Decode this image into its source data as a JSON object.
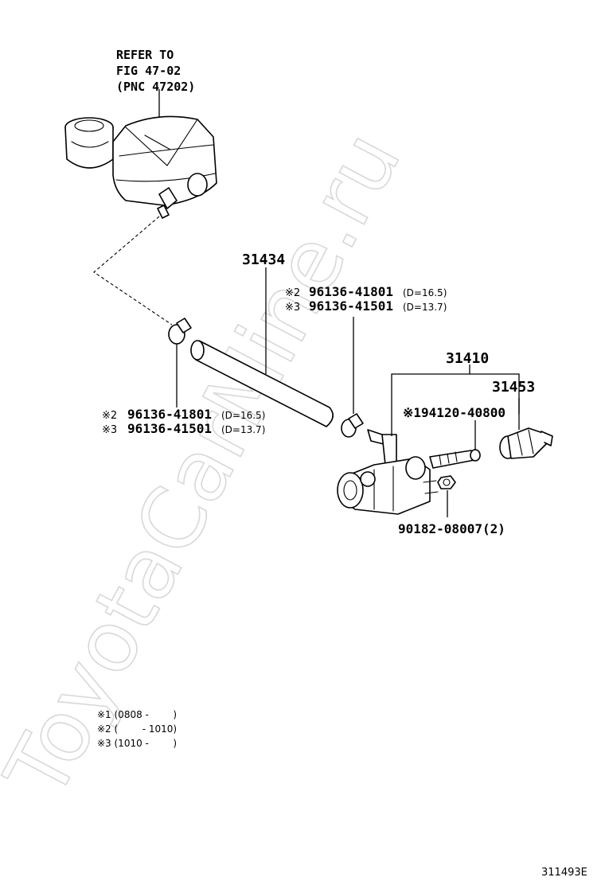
{
  "watermark": "ToyotaCarMine.ru",
  "reference": {
    "line1": "REFER TO",
    "line2": "FIG 47-02",
    "line3": "(PNC 47202)"
  },
  "labels": {
    "hose": "31434",
    "cylinder_assy": "31410",
    "boot": "31453",
    "bolt": "※194120-40800",
    "nut": "90182-08007(2)"
  },
  "clamp_upper": {
    "row1_mark": "※2",
    "row1_pn": "96136-41801",
    "row1_spec": "(D=16.5)",
    "row2_mark": "※3",
    "row2_pn": "96136-41501",
    "row2_spec": "(D=13.7)"
  },
  "clamp_lower": {
    "row1_mark": "※2",
    "row1_pn": "96136-41801",
    "row1_spec": "(D=16.5)",
    "row2_mark": "※3",
    "row2_pn": "96136-41501",
    "row2_spec": "(D=13.7)"
  },
  "notes": [
    "※1 (0808 -        )",
    "※2 (        - 1010)",
    "※3 (1010 -        )"
  ],
  "figure_id": "311493E"
}
